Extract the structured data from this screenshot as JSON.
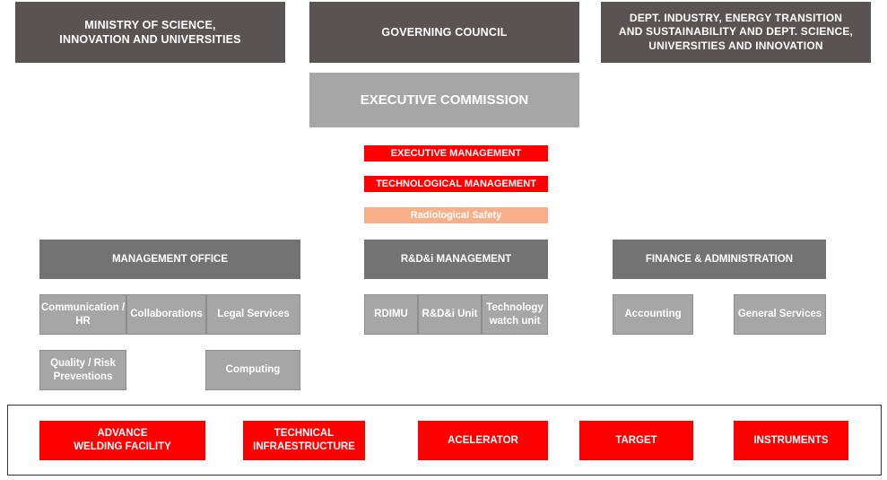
{
  "top": {
    "ministry": "MINISTRY OF SCIENCE,\nINNOVATION AND UNIVERSITIES",
    "governing_council": "GOVERNING COUNCIL",
    "dept_industry": "DEPT. INDUSTRY, ENERGY TRANSITION\nAND SUSTAINABILITY AND DEPT. SCIENCE,\nUNIVERSITIES AND INNOVATION"
  },
  "executive_commission": "EXECUTIVE COMMISSION",
  "management": {
    "executive": "EXECUTIVE MANAGEMENT",
    "technological": "TECHNOLOGICAL MANAGEMENT",
    "radiological": "Radiological Safety"
  },
  "departments": {
    "management_office": {
      "title": "MANAGEMENT OFFICE",
      "units": [
        "Communication /\nHR",
        "Collaborations",
        "Legal Services",
        "Quality / Risk\nPreventions",
        "Computing"
      ]
    },
    "rdi": {
      "title": "R&D&i MANAGEMENT",
      "units": [
        "RDIMU",
        "R&D&i Unit",
        "Technology\nwatch unit"
      ]
    },
    "finance": {
      "title": "FINANCE & ADMINISTRATION",
      "units": [
        "Accounting",
        "General Services"
      ]
    }
  },
  "facilities": [
    "ADVANCE\nWELDING FACILITY",
    "TECHNICAL\nINFRAESTRUCTURE",
    "ACELERATOR",
    "TARGET",
    "INSTRUMENTS"
  ],
  "colors": {
    "dark_box": "#5a5353",
    "executive_box": "#a6a6a6",
    "red": "#ff0000",
    "peach": "#f8b08a",
    "manager_box": "#737373",
    "unit_box": "#a6a6a6"
  }
}
